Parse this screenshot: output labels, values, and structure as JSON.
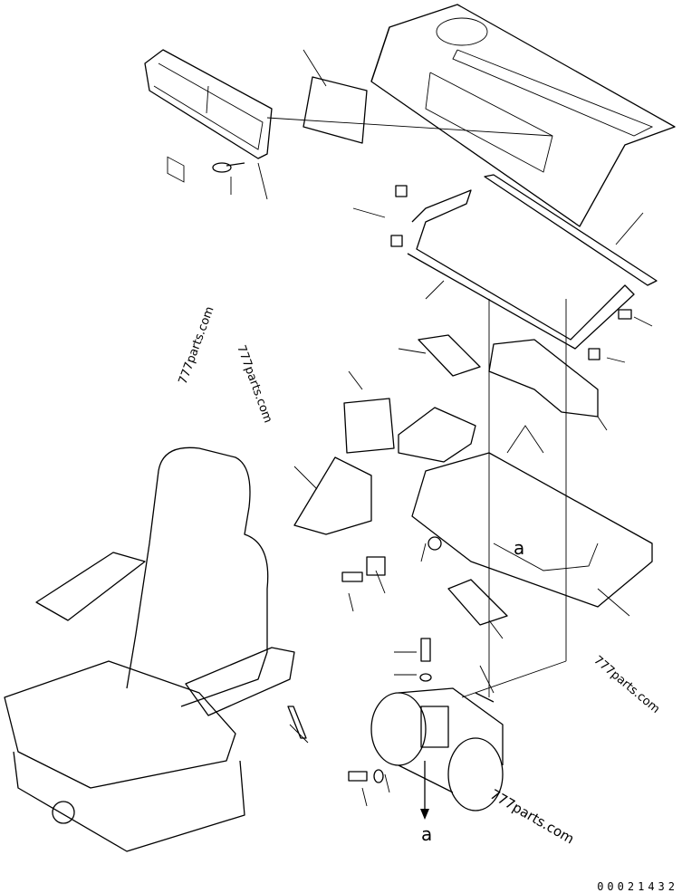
{
  "diagram": {
    "watermarks": [
      "777parts.com",
      "777parts.com",
      "777parts.com",
      "777parts.com"
    ],
    "reference_labels": [
      "a",
      "a"
    ],
    "drawing_number": "00021432"
  }
}
